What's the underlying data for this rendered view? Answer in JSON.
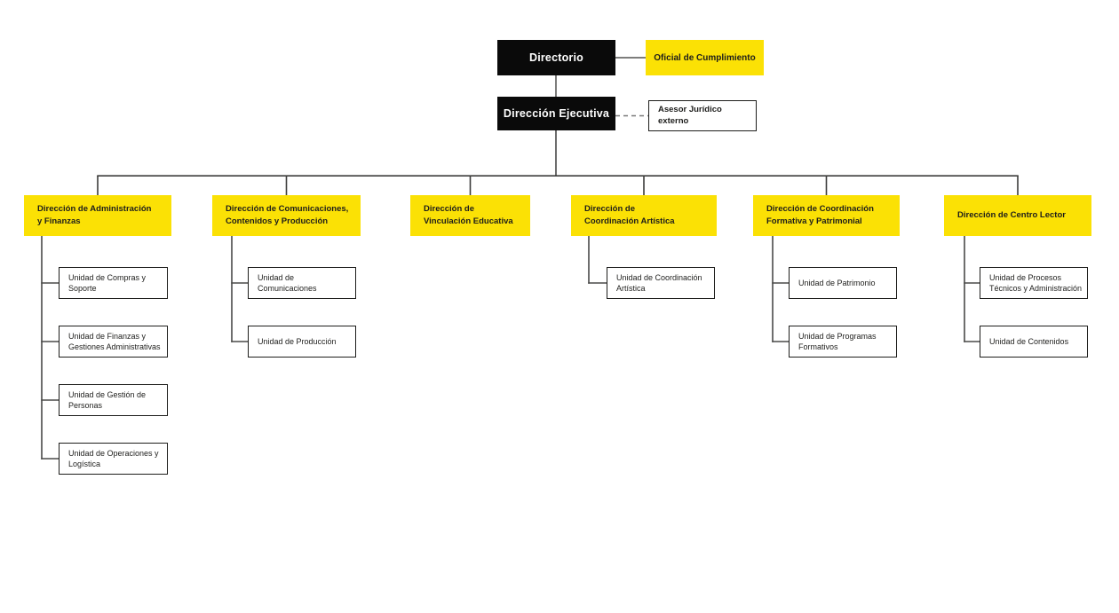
{
  "colors": {
    "accent_yellow": "#fbe105",
    "box_black": "#0a0a0a",
    "connector_gray": "#7d7d7c",
    "connector_dark": "#3c3c3b",
    "border_black": "#1d1d1b"
  },
  "root": {
    "label": "Directorio"
  },
  "root_aside": {
    "label": "Oficial de Cumplimiento"
  },
  "executive": {
    "label": "Dirección Ejecutiva"
  },
  "executive_aside": {
    "label": "Asesor Jurídico externo",
    "lines": [
      "Asesor Jurídico",
      "externo"
    ],
    "connector": "dashed"
  },
  "departments": [
    {
      "label": "Dirección de Administración y Finanzas",
      "lines": [
        "Dirección de Administración",
        "y Finanzas"
      ],
      "units": [
        {
          "label": "Unidad de Compras y Soporte",
          "lines": [
            "Unidad de Compras y",
            "Soporte"
          ]
        },
        {
          "label": "Unidad de Finanzas y Gestiones Administrativas",
          "lines": [
            "Unidad de Finanzas y",
            "Gestiones Administrativas"
          ]
        },
        {
          "label": "Unidad de Gestión de Personas",
          "lines": [
            "Unidad de Gestión de",
            "Personas"
          ]
        },
        {
          "label": "Unidad de Operaciones y Logística",
          "lines": [
            "Unidad de Operaciones y",
            "Logística"
          ]
        }
      ]
    },
    {
      "label": "Dirección de Comunicaciones, Contenidos y Producción",
      "lines": [
        "Dirección de Comunicaciones,",
        "Contenidos y Producción"
      ],
      "units": [
        {
          "label": "Unidad de Comunicaciones",
          "lines": [
            "Unidad de",
            "Comunicaciones"
          ]
        },
        {
          "label": "Unidad de Producción",
          "lines": [
            "Unidad de Producción"
          ]
        }
      ]
    },
    {
      "label": "Dirección de Vinculación Educativa",
      "lines": [
        "Dirección de",
        "Vinculación Educativa"
      ],
      "units": []
    },
    {
      "label": "Dirección de Coordinación Artística",
      "lines": [
        "Dirección de",
        "Coordinación Artística"
      ],
      "units": [
        {
          "label": "Unidad de Coordinación Artística",
          "lines": [
            "Unidad de Coordinación",
            "Artística"
          ]
        }
      ]
    },
    {
      "label": "Dirección de Coordinación Formativa y Patrimonial",
      "lines": [
        "Dirección de Coordinación",
        "Formativa y Patrimonial"
      ],
      "units": [
        {
          "label": "Unidad de Patrimonio",
          "lines": [
            "Unidad de Patrimonio"
          ]
        },
        {
          "label": "Unidad de Programas Formativos",
          "lines": [
            "Unidad de Programas",
            "Formativos"
          ]
        }
      ]
    },
    {
      "label": "Dirección de Centro Lector",
      "lines": [
        "Dirección de Centro Lector"
      ],
      "units": [
        {
          "label": "Unidad de Procesos Técnicos y Administración",
          "lines": [
            "Unidad de Procesos",
            "Técnicos y Administración"
          ]
        },
        {
          "label": "Unidad de Contenidos",
          "lines": [
            "Unidad de Contenidos"
          ]
        }
      ]
    }
  ]
}
